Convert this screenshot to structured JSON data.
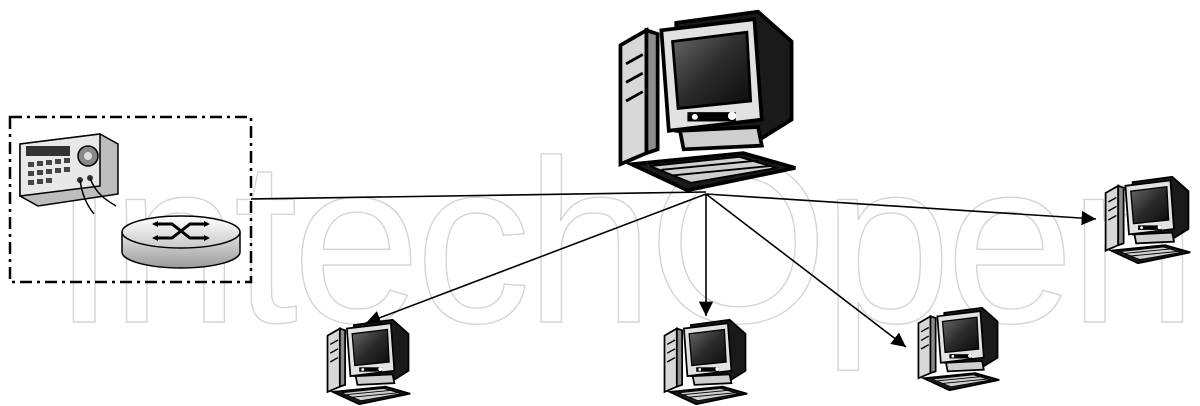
{
  "watermark": {
    "text": "IntechOpen"
  },
  "diagram": {
    "source_group": {
      "items": [
        {
          "icon": "signal-generator-icon"
        },
        {
          "icon": "network-switch-icon"
        }
      ]
    },
    "server": {
      "icon": "server-computer-icon"
    },
    "clients": [
      {
        "icon": "client-computer-icon"
      },
      {
        "icon": "client-computer-icon"
      },
      {
        "icon": "client-computer-icon"
      },
      {
        "icon": "client-computer-icon"
      }
    ],
    "links": [
      {
        "from": "source-group",
        "to": "server",
        "arrow": false
      },
      {
        "from": "server",
        "to": "client-1",
        "arrow": true
      },
      {
        "from": "server",
        "to": "client-2",
        "arrow": true
      },
      {
        "from": "server",
        "to": "client-3",
        "arrow": true
      },
      {
        "from": "server",
        "to": "client-4",
        "arrow": true
      }
    ],
    "colors": {
      "line": "#000000",
      "dashed_box": "#000000",
      "watermark": "#d4d4d4"
    }
  }
}
